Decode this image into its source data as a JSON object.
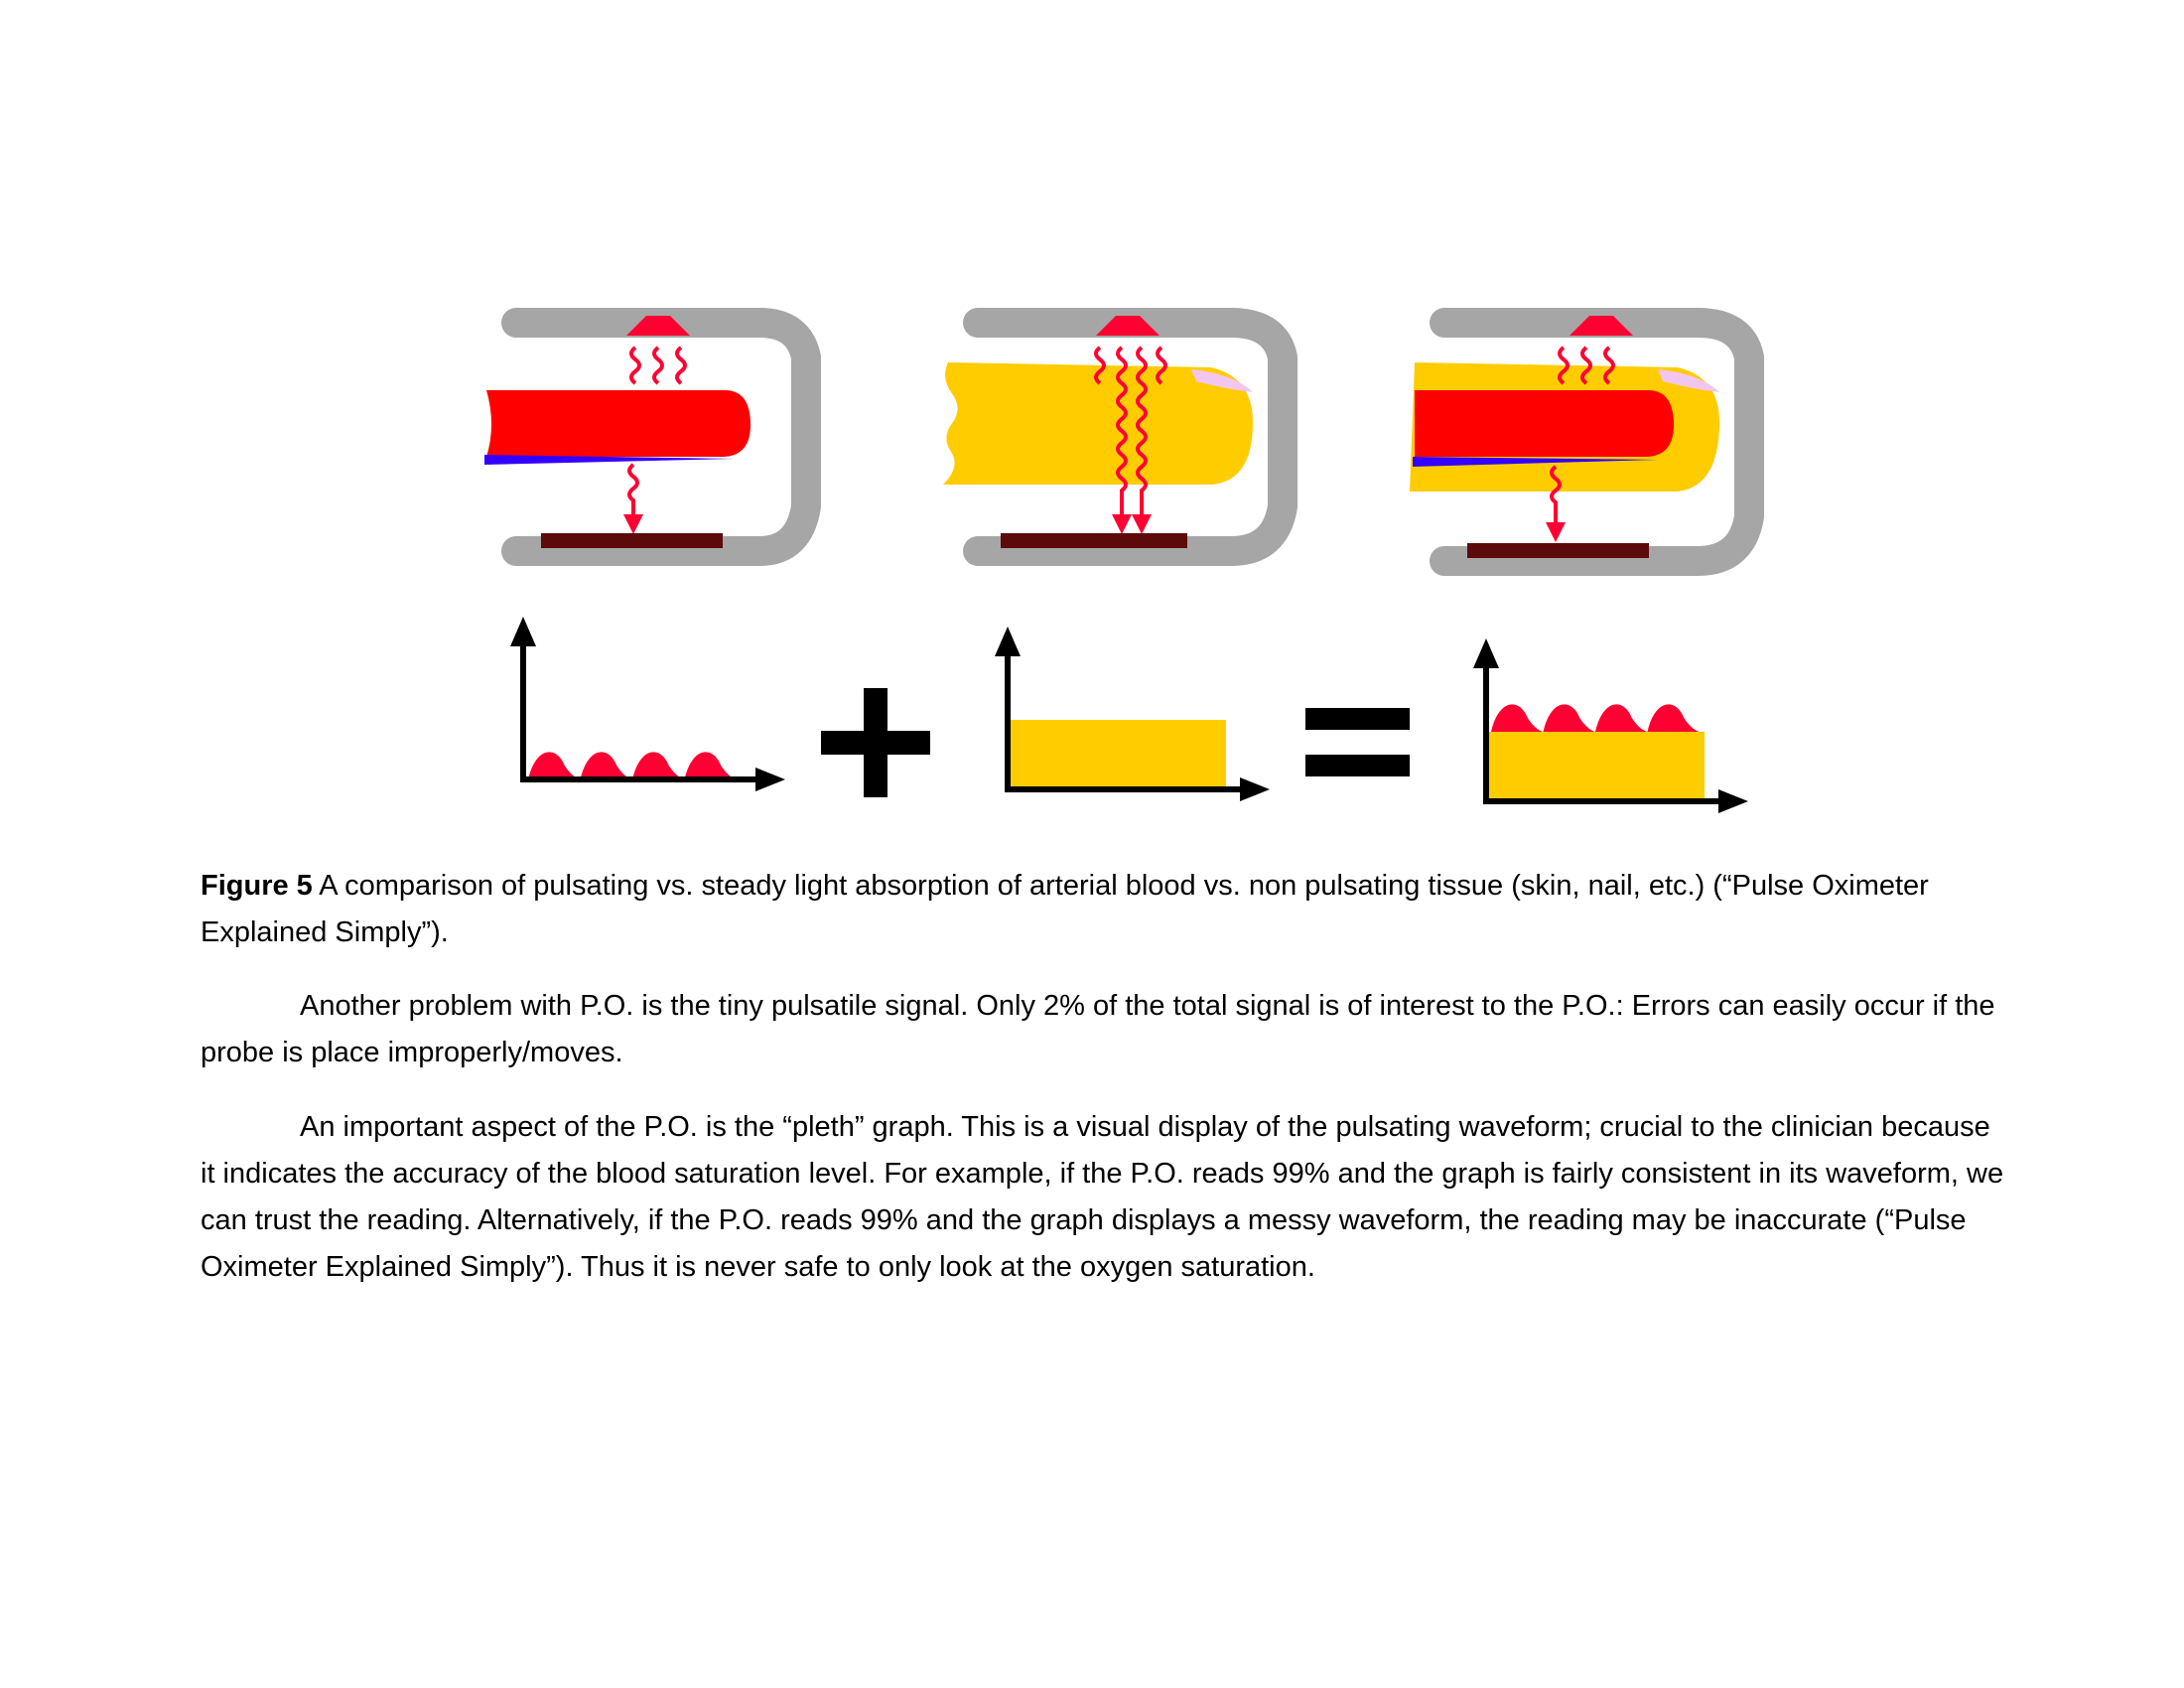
{
  "colors": {
    "probe": "#a6a6a6",
    "led": "#ff0033",
    "light_wave": "#ff0033",
    "artery": "#ff0000",
    "vein": "#3300ff",
    "tissue": "#ffcc00",
    "nail": "#f2c6ee",
    "detector": "#5c0a0a",
    "axis": "#000000",
    "pulse": "#ff0033"
  },
  "figure": {
    "panels": [
      {
        "name": "arterial-blood",
        "icon": "finger-probe-arterial-icon"
      },
      {
        "name": "tissue",
        "icon": "finger-probe-tissue-icon"
      },
      {
        "name": "combined",
        "icon": "finger-probe-combined-icon"
      }
    ],
    "graphs": [
      {
        "name": "pulsatile-graph",
        "pulse_count": 4,
        "baseline_level": 0.0
      },
      {
        "name": "steady-graph",
        "pulse_count": 0,
        "baseline_level": 0.7
      },
      {
        "name": "sum-graph",
        "pulse_count": 4,
        "baseline_level": 0.7
      }
    ],
    "operators": [
      "plus-icon",
      "equals-icon"
    ]
  },
  "caption": {
    "label": "Figure 5",
    "text": " A comparison of pulsating vs. steady light absorption of arterial blood vs. non pulsating tissue (skin, nail, etc.) (“Pulse Oximeter Explained Simply”)."
  },
  "paragraphs": [
    "Another problem with P.O. is the tiny pulsatile signal. Only 2% of the total signal is of interest to the P.O.: Errors can easily occur if the probe is place improperly/moves.",
    "An important aspect of the P.O. is the “pleth” graph. This is a visual display of the pulsating waveform; crucial to the clinician because it indicates the accuracy of the blood saturation level. For example, if the P.O. reads 99% and the graph is fairly consistent in its waveform, we can trust the reading. Alternatively, if the P.O. reads 99% and the graph displays a messy waveform, the reading may be inaccurate (“Pulse Oximeter Explained Simply”). Thus it is never safe to only look at the oxygen saturation."
  ]
}
